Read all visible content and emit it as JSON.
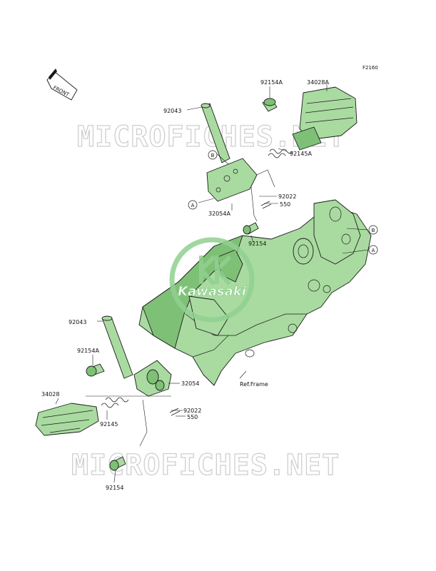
{
  "figure_code": "F2160",
  "front_label": "FRONT",
  "watermark_text": "MICROFICHES.NET",
  "logo_text": "Kawasaki",
  "callouts": {
    "a": "A",
    "b": "B"
  },
  "parts": {
    "p92154A_top": "92154A",
    "p34028A": "34028A",
    "p92043_top": "92043",
    "p92145A": "92145A",
    "p92022_top": "92022",
    "p550_top": "550",
    "p32054A": "32054A",
    "p92154_top": "92154",
    "p92043_bottom": "92043",
    "p92154A_bottom": "92154A",
    "p32054": "32054",
    "p34028": "34028",
    "p92022_bottom": "92022",
    "p550_bottom": "550",
    "p92145": "92145",
    "p92154_bottom": "92154",
    "ref_frame": "Ref.Frame"
  },
  "colors": {
    "part_fill": "#a9dba0",
    "part_dark": "#7fc077",
    "logo": "#8fd08f",
    "watermark": "#cfcfcf"
  }
}
